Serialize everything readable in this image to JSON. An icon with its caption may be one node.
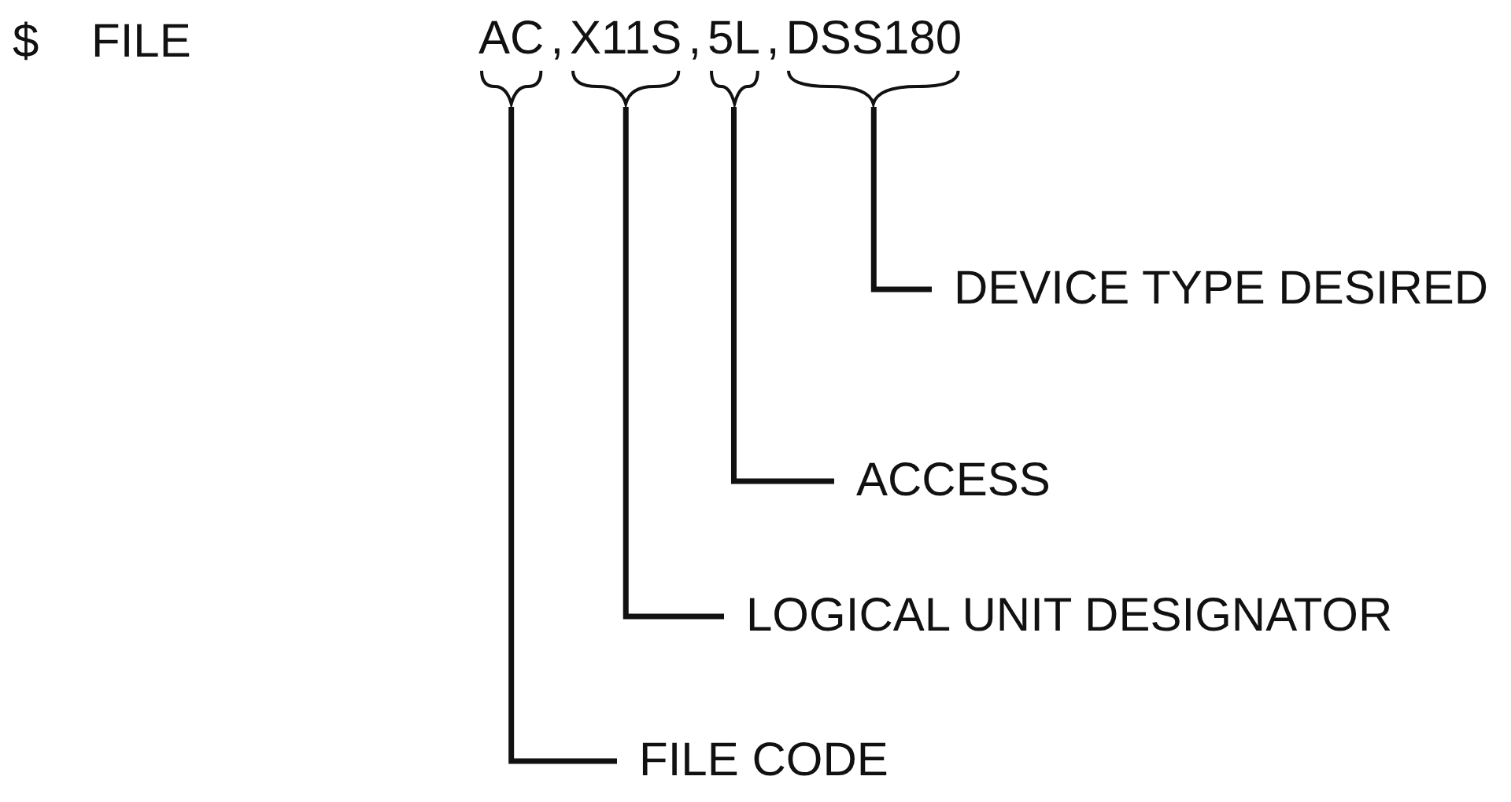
{
  "diagram": {
    "nodes": [
      {
        "text": [
          "AC"
        ]
      },
      {
        "text": [
          "X11S"
        ]
      },
      {
        "text": [
          "5L"
        ]
      },
      {
        "text": [
          "DSS180"
        ]
      },
      {
        "text": [
          "DEVICE TYPE DESIRED"
        ]
      },
      {
        "text": [
          "ACCESS"
        ]
      },
      {
        "text": [
          "LOGICAL UNIT DESIGNATOR"
        ]
      },
      {
        "text": [
          "FILE CODE"
        ]
      }
    ],
    "edges": [
      {
        "from": 4,
        "to": 3,
        "arrow": "none"
      },
      {
        "from": 5,
        "to": 2,
        "arrow": "none"
      },
      {
        "from": 6,
        "to": 1,
        "arrow": "none"
      },
      {
        "from": 7,
        "to": 0,
        "arrow": "none"
      }
    ],
    "labels": [
      "$",
      "FILE",
      ",",
      ",",
      ","
    ]
  }
}
